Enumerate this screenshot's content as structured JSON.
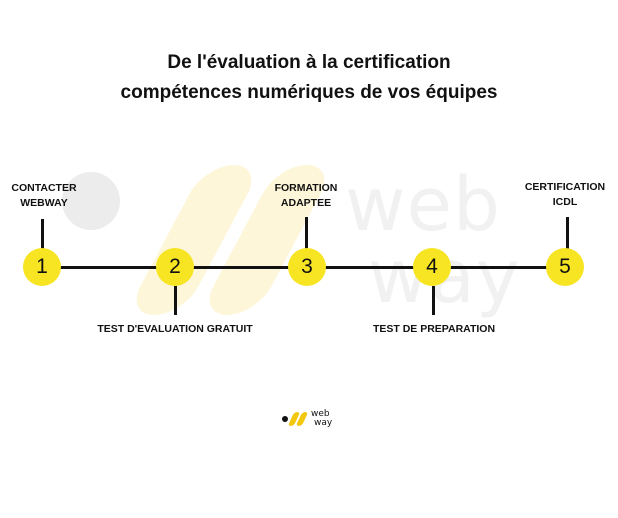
{
  "title": {
    "line1": "De l'évaluation à la certification",
    "line2": "compétences numériques de vos équipes"
  },
  "watermark": {
    "word1": "web",
    "word2": "way"
  },
  "steps": [
    {
      "number": "1",
      "label_lines": [
        "CONTACTER",
        "WEBWAY"
      ],
      "label_position": "above"
    },
    {
      "number": "2",
      "label_lines": [
        "TEST D'EVALUATION GRATUIT"
      ],
      "label_position": "below"
    },
    {
      "number": "3",
      "label_lines": [
        "FORMATION",
        "ADAPTEE"
      ],
      "label_position": "above"
    },
    {
      "number": "4",
      "label_lines": [
        "TEST DE PREPARATION"
      ],
      "label_position": "below"
    },
    {
      "number": "5",
      "label_lines": [
        "CERTIFICATION",
        "ICDL"
      ],
      "label_position": "above"
    }
  ],
  "logo": {
    "line1": "web",
    "line2": "way"
  },
  "colors": {
    "node": "#f7e423",
    "line": "#111111",
    "logo_accent": "#f2c80f"
  }
}
